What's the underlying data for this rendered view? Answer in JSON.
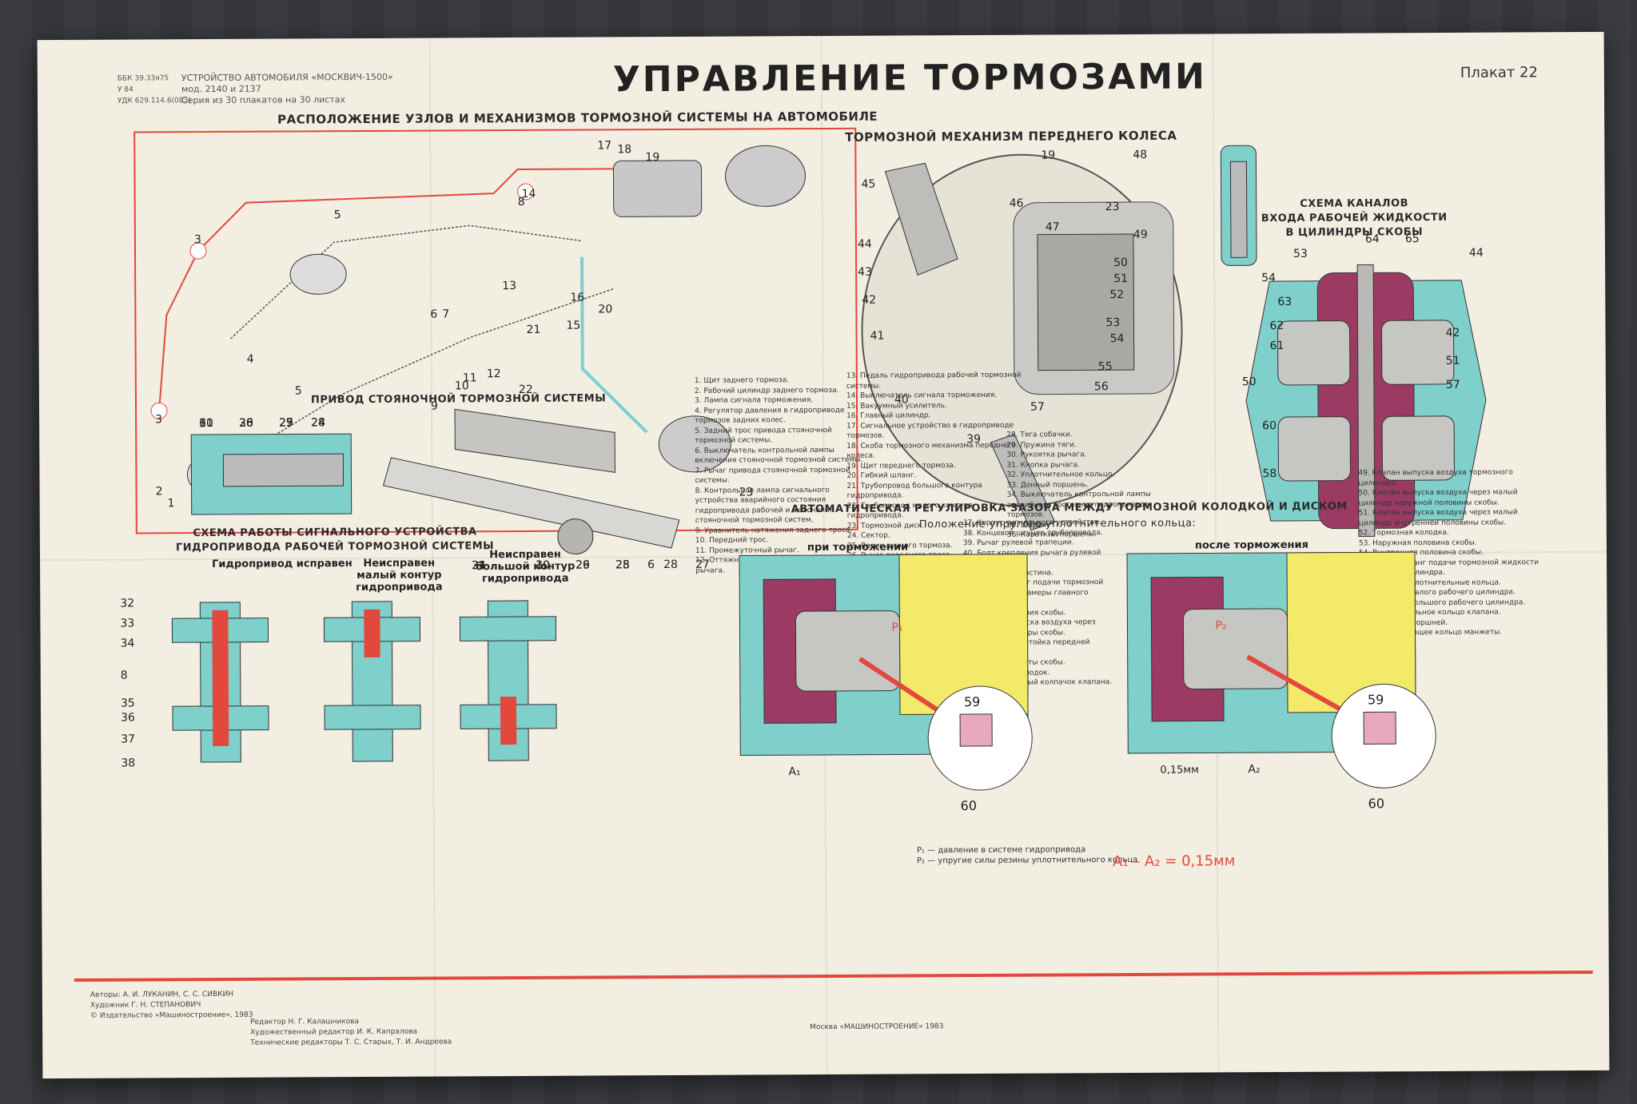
{
  "poster": {
    "title": "УПРАВЛЕНИЕ ТОРМОЗАМИ",
    "number": "Плакат 22",
    "series": "УСТРОЙСТВО АВТОМОБИЛЯ «МОСКВИЧ-1500»\nмод. 2140 и 2137\nСерия из 30 плакатов на 30 листах",
    "code": "ББК 39.33я75\nУ 84\nУДК 629.114.6(083)"
  },
  "sections": {
    "layout": "РАСПОЛОЖЕНИЕ УЗЛОВ И МЕХАНИЗМОВ ТОРМОЗНОЙ СИСТЕМЫ НА АВТОМОБИЛЕ",
    "front": "ТОРМОЗНОЙ МЕХАНИЗМ ПЕРЕДНЕГО КОЛЕСА",
    "channels": "СХЕМА КАНАЛОВ\nВХОДА РАБОЧЕЙ ЖИДКОСТИ\nВ ЦИЛИНДРЫ СКОБЫ",
    "parking": "ПРИВОД СТОЯНОЧНОЙ ТОРМОЗНОЙ СИСТЕМЫ",
    "signal": "СХЕМА РАБОТЫ СИГНАЛЬНОГО УСТРОЙСТВА\nГИДРОПРИВОДА РАБОЧЕЙ ТОРМОЗНОЙ СИСТЕМЫ",
    "auto": "АВТОМАТИЧЕСКАЯ РЕГУЛИРОВКА ЗАЗОРА МЕЖДУ ТОРМОЗНОЙ КОЛОДКОЙ И ДИСКОМ",
    "ring": "Положение упругого уплотнительного кольца:"
  },
  "signal_states": [
    "Гидропривод исправен",
    "Неисправен\nмалый контур\nгидропривода",
    "Неисправен\nбольшой контур\nгидропривода"
  ],
  "auto_states": [
    "при торможении",
    "после торможения"
  ],
  "auto_labels": {
    "a1": "A₁",
    "a2": "A₂",
    "gap": "0,15мм",
    "p1": "P₁",
    "p2": "P₂",
    "ring": "59",
    "piston": "60",
    "formula": "A₁ – A₂ = 0,15мм",
    "note": "P₁ — давление в системе гидропривода\nP₂ — упругие силы резины уплотнительного кольца"
  },
  "legend_1": "1. Щит заднего тормоза.\n2. Рабочий цилиндр заднего тормоза.\n3. Лампа сигнала торможения.\n4. Регулятор давления в гидроприводе тормозов задних колес.\n5. Задний трос привода стояночной тормозной системы.\n6. Выключатель контрольной лампы включения стояночной тормозной системы.\n7. Рычаг привода стояночной тормозной системы.\n8. Контрольная лампа сигнального устройства аварийного состояния гидропривода рабочей и включения стояночной тормозной систем.\n9. Уравнитель натяжения заднего троса.\n10. Передний трос.\n11. Промежуточный рычаг.\n12. Оттяжная пружина промежуточного рычага.",
  "legend_2": "13. Педаль гидропривода рабочей тормозной системы.\n14. Выключатель сигнала торможения.\n15. Вакуумный усилитель.\n16. Главный цилиндр.\n17. Сигнальное устройство в гидроприводе тормозов.\n18. Скоба тормозного механизма переднего колеса.\n19. Щит переднего тормоза.\n20. Гибкий шланг.\n21. Трубопровод большого контура гидропривода.\n22. Трубопровод малого контура гидропривода.\n23. Тормозной диск.\n24. Сектор.\n25. Валик ручного тормоза.\n26. Рычаг переднего троса.\n27. Собачка.",
  "legend_3": "28. Тяга собачки.\n29. Пружина тяги.\n30. Рукоятка рычага.\n31. Кнопка рычага.\n32. Уплотнительное кольцо.\n33. Донный поршень.\n34. Выключатель контрольной лампы аварийного состояния гидропривода тормозов.\n35. Шарик.\n36. Короткий поршень.",
  "legend_4": "37. Корпус сигнального устройства.\n38. Концевой штуцер трубопровода.\n39. Рычаг рулевой трапеции.\n40. Болт крепления рычага рулевой трапеции.\n41. Замковая пластина.\n42. Гибкий шланг подачи тормозной жидкости из III камеры главного цилиндра.\n43. Болт крепления скобы.\n44. Клапан выпуска воздуха через большие цилиндры скобы.\n45. Поворотная стойка передней подвески.\n46. Стяжные болты скобы.\n47. Шплинты колодок.\n48. Грязезащитный колпачок клапана.",
  "legend_5": "49. Клапан выпуска воздуха тормозного цилиндра.\n50. Клапан выпуска воздуха через малый цилиндр наружной половины скобы.\n51. Клапан выпуска воздуха через малый цилиндр внутренней половины скобы.\n52. Тормозная колодка.\n53. Наружная половина скобы.\n54. Внутренняя половина скобы.\n55. Гибкий шланг подачи тормозной жидкости из I камеры цилиндра.\n56. Упругие уплотнительные кольца.\n57. Поршень малого рабочего цилиндра.\n58. Поршень большого рабочего цилиндра.\n59. Уплотнительное кольцо клапана.\n60. Манжеты поршней.\n61. Удерживающее кольцо манжеты.",
  "credits_left": "Авторы: А. И. ЛУКАНИН, С. С. СИВКИН\nХудожник Г. Н. СТЕПАНОВИЧ\n© Издательство «Машиностроение», 1983",
  "credits_mid": "Редактор Н. Г. Калашникова\nХудожественный редактор И. К. Капралова\nТехнические редакторы Т. С. Старых, Т. И. Андреева",
  "publisher": "Москва «МАШИНОСТРОЕНИЕ» 1983",
  "callouts": {
    "layout": [
      "1",
      "2",
      "3",
      "3",
      "4",
      "5",
      "5",
      "6",
      "7",
      "8",
      "9",
      "10",
      "11",
      "12",
      "13",
      "14",
      "15",
      "16",
      "17",
      "18",
      "19",
      "20",
      "21",
      "22",
      "23"
    ],
    "front": [
      "19",
      "45",
      "46",
      "47",
      "23",
      "44",
      "43",
      "42",
      "41",
      "40",
      "39",
      "57",
      "56",
      "55",
      "54",
      "53",
      "52",
      "51",
      "50",
      "49",
      "48"
    ],
    "channels": [
      "64",
      "65",
      "44",
      "53",
      "54",
      "63",
      "62",
      "61",
      "42",
      "51",
      "50",
      "57",
      "60",
      "58"
    ],
    "parking": [
      "31",
      "30",
      "29",
      "28",
      "6",
      "28",
      "27",
      "24",
      "10",
      "26",
      "25"
    ],
    "signal": [
      "32",
      "33",
      "34",
      "8",
      "35",
      "36",
      "37",
      "38"
    ]
  },
  "colors": {
    "accent": "#e2483d",
    "cyan": "#7fcfcb",
    "magenta": "#9b3b64",
    "yellow": "#f3ea6a",
    "steel": "#b9b9b5"
  }
}
